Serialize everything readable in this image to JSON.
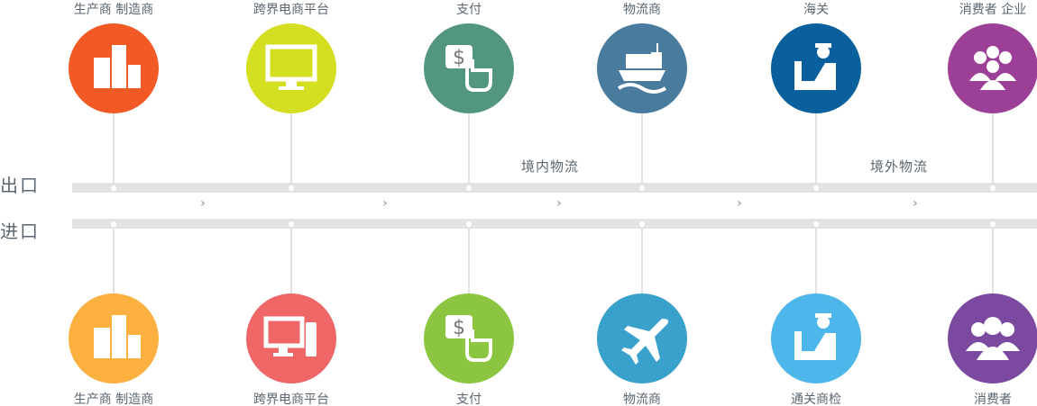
{
  "side_labels": {
    "export": "出口",
    "import": "进口"
  },
  "zones": {
    "domestic": "境内物流",
    "overseas": "境外物流"
  },
  "export_nodes": [
    {
      "label": "生产商  制造商",
      "icon": "buildings-icon",
      "color": "#f15a24"
    },
    {
      "label": "跨界电商平台",
      "icon": "monitor-icon",
      "color": "#d4df21"
    },
    {
      "label": "支付",
      "icon": "payment-touch-icon",
      "color": "#53967e"
    },
    {
      "label": "物流商",
      "icon": "cargo-ship-icon",
      "color": "#497b9e"
    },
    {
      "label": "海关",
      "icon": "customs-officer-icon",
      "color": "#09609c"
    },
    {
      "label": "消费者 企业",
      "icon": "crowd-icon",
      "color": "#9c3f97"
    }
  ],
  "import_nodes": [
    {
      "label": "生产商  制造商",
      "icon": "buildings-icon",
      "color": "#fbb040"
    },
    {
      "label": "跨界电商平台",
      "icon": "computer-icon",
      "color": "#ef6667"
    },
    {
      "label": "支付",
      "icon": "payment-touch-icon",
      "color": "#8cc53f"
    },
    {
      "label": "物流商",
      "icon": "airplane-icon",
      "color": "#3aa1cc"
    },
    {
      "label": "通关商检",
      "icon": "customs-officer-icon",
      "color": "#4db6ea"
    },
    {
      "label": "消费者",
      "icon": "people-icon",
      "color": "#7b4aa0"
    }
  ],
  "arrow_glyph": "›"
}
